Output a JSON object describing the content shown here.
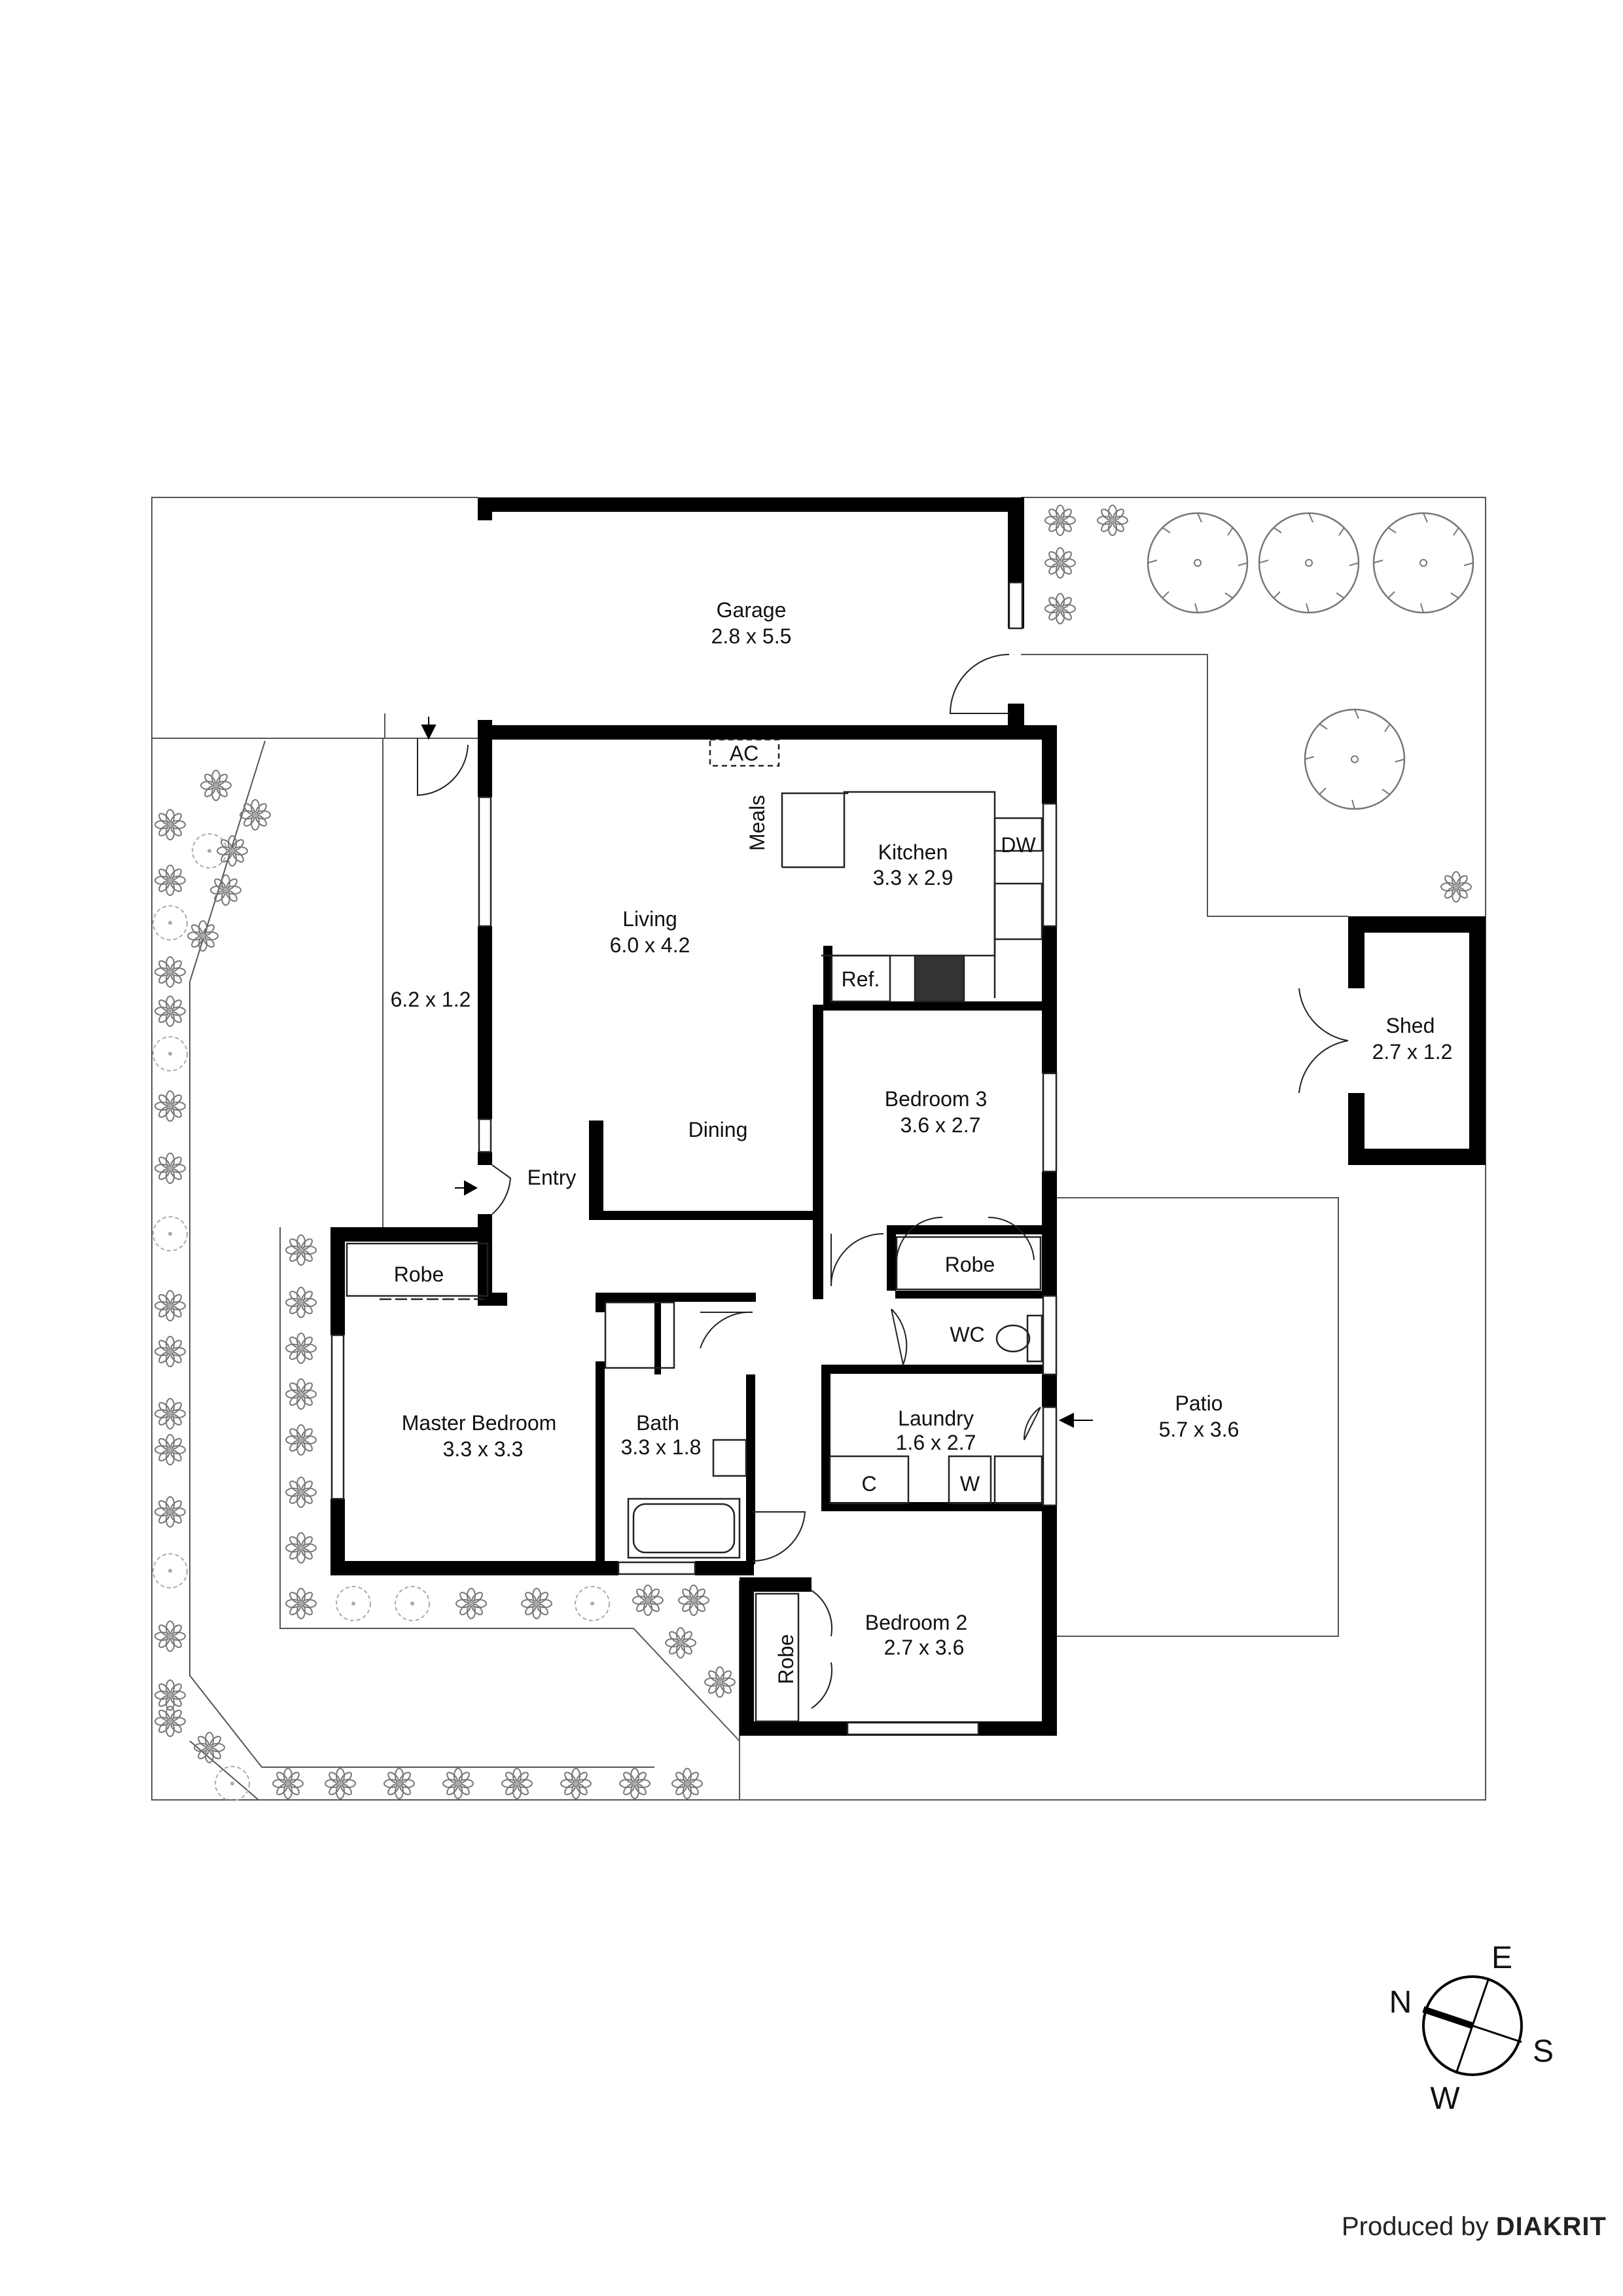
{
  "rooms": {
    "garage": {
      "name": "Garage",
      "dim": "2.8 x 5.5"
    },
    "living": {
      "name": "Living",
      "dim": "6.0 x 4.2"
    },
    "kitchen": {
      "name": "Kitchen",
      "dim": "3.3 x 2.9"
    },
    "meals": {
      "name": "Meals"
    },
    "dining": {
      "name": "Dining"
    },
    "side_path": {
      "dim": "6.2 x 1.2"
    },
    "entry": {
      "name": "Entry"
    },
    "bedroom3": {
      "name": "Bedroom 3",
      "dim": "3.6 x 2.7"
    },
    "shed": {
      "name": "Shed",
      "dim": "2.7 x 1.2"
    },
    "patio": {
      "name": "Patio",
      "dim": "5.7 x 3.6"
    },
    "master": {
      "name": "Master Bedroom",
      "dim": "3.3 x 3.3"
    },
    "bath": {
      "name": "Bath",
      "dim": "3.3 x 1.8"
    },
    "laundry": {
      "name": "Laundry",
      "dim": "1.6 x 2.7"
    },
    "bedroom2": {
      "name": "Bedroom 2",
      "dim": "2.7 x 3.6"
    }
  },
  "fixtures": {
    "ac": "AC",
    "dw": "DW",
    "ref": "Ref.",
    "robe_master": "Robe",
    "robe_bed3": "Robe",
    "robe_bed2": "Robe",
    "wc": "WC",
    "c": "C",
    "w": "W"
  },
  "compass": {
    "n": "N",
    "e": "E",
    "s": "S",
    "w": "W"
  },
  "credit": {
    "prefix": "Produced by",
    "brand": "DIAKRIT"
  }
}
